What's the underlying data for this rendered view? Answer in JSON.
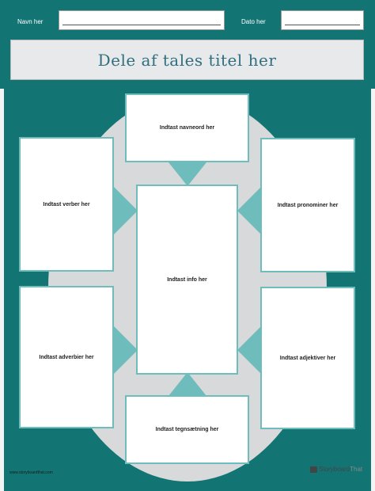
{
  "header": {
    "name_label": "Navn her",
    "date_label": "Dato her",
    "name_value": "",
    "date_value": ""
  },
  "title": "Dele af tales titel her",
  "boxes": {
    "nouns": "Indtast navneord her",
    "verbs": "Indtast verber her",
    "pronouns": "Indtast pronominer her",
    "info": "Indtast info her",
    "adverbs": "Indtast adverbier her",
    "adjectives": "Indtast adjektiver her",
    "punctuation": "Indtast tegnsætning her"
  },
  "footer": {
    "url": "www.storyboardthat.com",
    "brand_bold": "Storyboard",
    "brand_thin": "That"
  },
  "colors": {
    "background": "#137474",
    "accent": "#6fbcbc",
    "circle": "#d8d9db",
    "title_text": "#2f6f80"
  }
}
